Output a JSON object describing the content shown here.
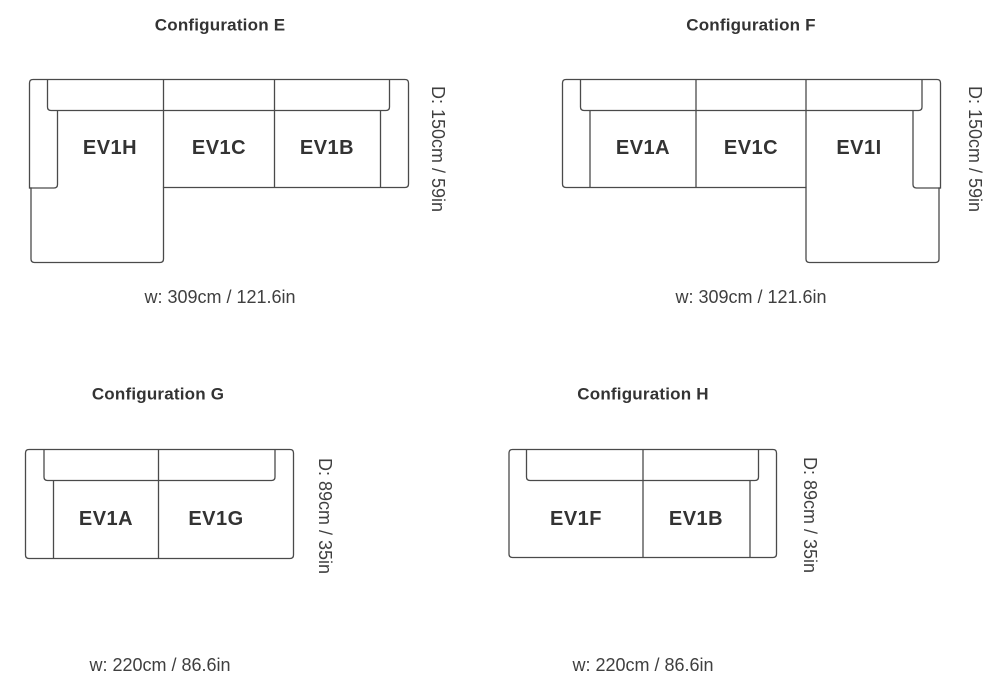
{
  "colors": {
    "background": "#ffffff",
    "line": "#4a4a4a",
    "title": "#333333",
    "dimension": "#3f3f3f"
  },
  "configurations": [
    {
      "id": "E",
      "title": "Configuration E",
      "modules": [
        "EV1H",
        "EV1C",
        "EV1B"
      ],
      "depth_label": "D: 150cm / 59in",
      "width_label": "w: 309cm / 121.6in"
    },
    {
      "id": "F",
      "title": "Configuration F",
      "modules": [
        "EV1A",
        "EV1C",
        "EV1I"
      ],
      "depth_label": "D: 150cm / 59in",
      "width_label": "w: 309cm / 121.6in"
    },
    {
      "id": "G",
      "title": "Configuration G",
      "modules": [
        "EV1A",
        "EV1G"
      ],
      "depth_label": "D: 89cm / 35in",
      "width_label": "w: 220cm / 86.6in"
    },
    {
      "id": "H",
      "title": "Configuration H",
      "modules": [
        "EV1F",
        "EV1B"
      ],
      "depth_label": "D: 89cm / 35in",
      "width_label": "w: 220cm / 86.6in"
    }
  ]
}
